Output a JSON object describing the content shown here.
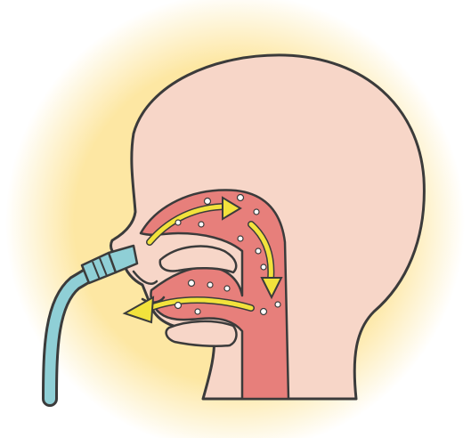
{
  "illustration": {
    "subject": "nasal-irrigation-cross-section",
    "colors": {
      "background": "#ffffff",
      "glow": "#fde7a3",
      "skin": "#f7d6c8",
      "outline": "#3b3b3b",
      "cavity": "#e77f7b",
      "tube": "#8fcfd6",
      "arrow": "#f2e23c",
      "bubble": "#ffffff"
    },
    "icons": [
      "yellow-arrow",
      "water-bubble",
      "irrigation-tube",
      "tube-nozzle"
    ]
  }
}
